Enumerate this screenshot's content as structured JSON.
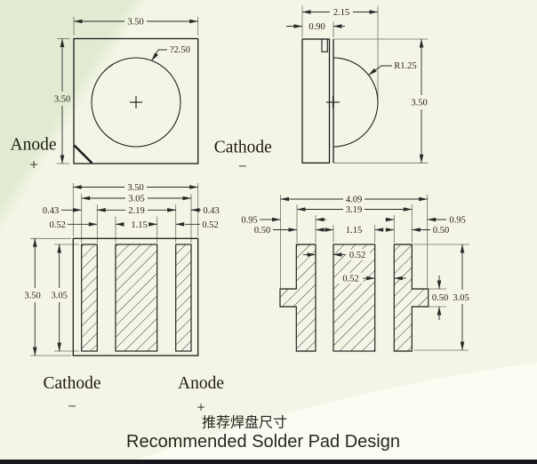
{
  "pkg_top": {
    "width": "3.50",
    "height": "3.50",
    "lens_dia": "?2.50",
    "anode": "Anode",
    "anode_sign": "+",
    "cathode": "Cathode",
    "cathode_sign": "−"
  },
  "pkg_side": {
    "total_width": "2.15",
    "body_width": "0.90",
    "lens_radius": "R1.25",
    "height": "3.50"
  },
  "pad_a": {
    "overall_w": "3.50",
    "pads_w": "3.05",
    "pad1_w": "0.43",
    "inner_span": "2.19",
    "pad3_w": "0.43",
    "gap1": "0.52",
    "center_w": "1.15",
    "gap2": "0.52",
    "overall_h": "3.50",
    "pads_h": "3.05",
    "cathode": "Cathode",
    "cathode_sign": "−",
    "anode": "Anode",
    "anode_sign": "+"
  },
  "pad_b": {
    "overall_w": "4.09",
    "inner_w": "3.19",
    "left_total": "0.95",
    "left_pad": "0.50",
    "center_w": "1.15",
    "right_pad": "0.50",
    "right_total": "0.95",
    "gap1": "0.52",
    "gap2": "0.52",
    "notch_h": "0.50",
    "pads_h": "3.05"
  },
  "caption": {
    "zh": "推荐焊盘尺寸",
    "en": "Recommended Solder Pad Design"
  },
  "colors": {
    "bg": "#f4f5e6",
    "accent_green": "#e0ebd1",
    "wave": "#fcfdf2",
    "bar": "#17171d",
    "line": "#1b1b1b",
    "text": "#2b2318"
  }
}
